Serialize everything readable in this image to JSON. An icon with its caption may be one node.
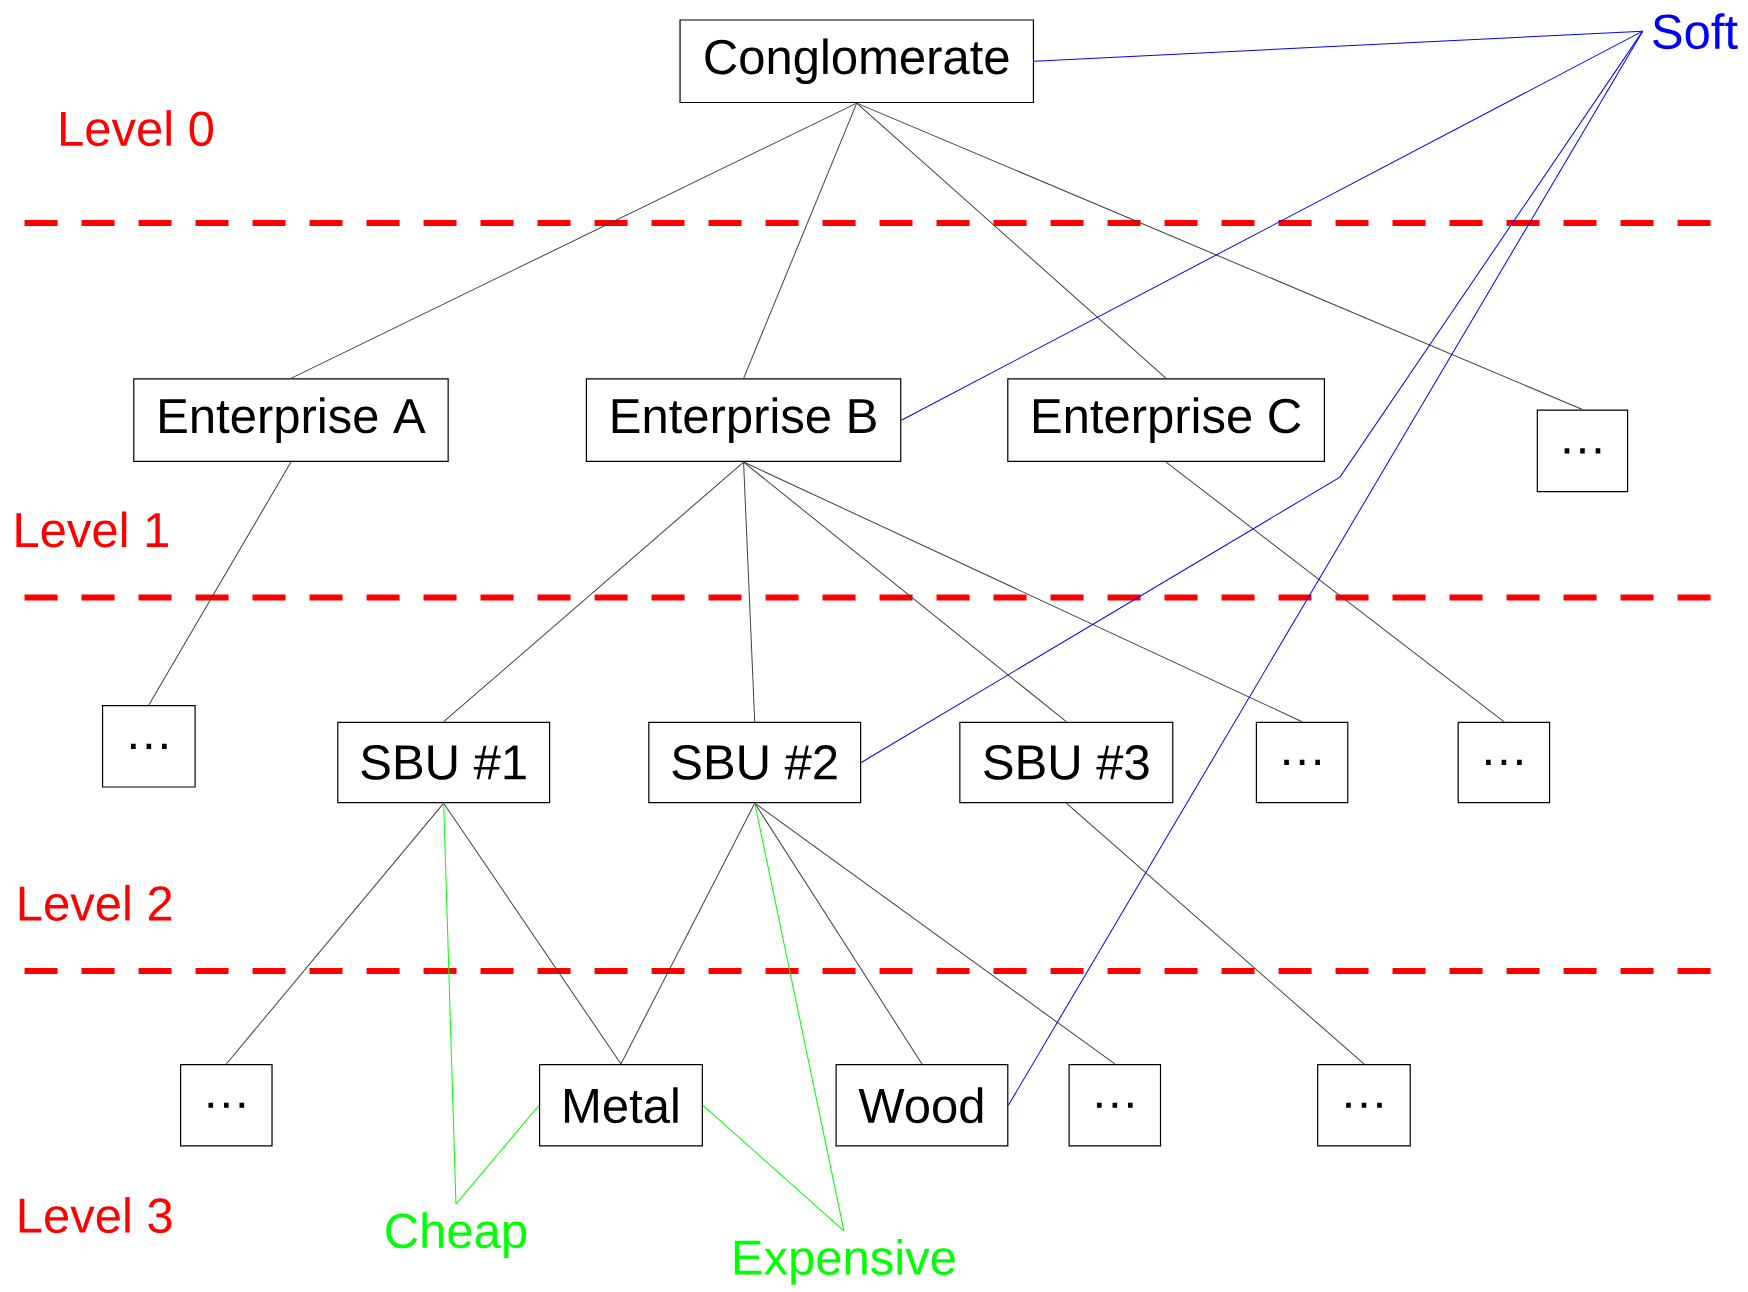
{
  "diagram": {
    "nodes": [
      {
        "text": [
          "Conglomerate"
        ]
      },
      {
        "text": [
          "Enterprise A"
        ]
      },
      {
        "text": [
          "Enterprise B"
        ]
      },
      {
        "text": [
          "Enterprise C"
        ]
      },
      {
        "text": [
          "…"
        ]
      },
      {
        "text": [
          "…"
        ]
      },
      {
        "text": [
          "SBU #1"
        ]
      },
      {
        "text": [
          "SBU #2"
        ]
      },
      {
        "text": [
          "SBU #3"
        ]
      },
      {
        "text": [
          "…"
        ]
      },
      {
        "text": [
          "…"
        ]
      },
      {
        "text": [
          "…"
        ]
      },
      {
        "text": [
          "Metal"
        ]
      },
      {
        "text": [
          "Wood"
        ]
      },
      {
        "text": [
          "…"
        ]
      },
      {
        "text": [
          "…"
        ]
      },
      {
        "text": [
          "Soft"
        ]
      },
      {
        "text": [
          "Cheap"
        ]
      },
      {
        "text": [
          "Expensive"
        ]
      }
    ],
    "edges": [
      {
        "from": 0,
        "to": 1,
        "arrow": "none"
      },
      {
        "from": 0,
        "to": 2,
        "arrow": "none"
      },
      {
        "from": 0,
        "to": 3,
        "arrow": "none"
      },
      {
        "from": 0,
        "to": 4,
        "arrow": "none"
      },
      {
        "from": 1,
        "to": 5,
        "arrow": "none"
      },
      {
        "from": 2,
        "to": 6,
        "arrow": "none"
      },
      {
        "from": 2,
        "to": 7,
        "arrow": "none"
      },
      {
        "from": 2,
        "to": 8,
        "arrow": "none"
      },
      {
        "from": 2,
        "to": 9,
        "arrow": "none"
      },
      {
        "from": 3,
        "to": 10,
        "arrow": "none"
      },
      {
        "from": 6,
        "to": 11,
        "arrow": "none"
      },
      {
        "from": 6,
        "to": 12,
        "arrow": "none"
      },
      {
        "from": 7,
        "to": 12,
        "arrow": "none"
      },
      {
        "from": 7,
        "to": 13,
        "arrow": "none"
      },
      {
        "from": 7,
        "to": 14,
        "arrow": "none"
      },
      {
        "from": 8,
        "to": 15,
        "arrow": "none"
      },
      {
        "from": 16,
        "to": 0,
        "arrow": "none",
        "color": "#0000ff"
      },
      {
        "from": 16,
        "to": 2,
        "arrow": "none",
        "color": "#0000ff"
      },
      {
        "from": 16,
        "to": 7,
        "arrow": "none",
        "color": "#0000ff"
      },
      {
        "from": 16,
        "to": 13,
        "arrow": "none",
        "color": "#0000ff"
      },
      {
        "from": 6,
        "to": 17,
        "arrow": "none",
        "color": "#00ff00"
      },
      {
        "from": 12,
        "to": 17,
        "arrow": "none",
        "color": "#00ff00"
      },
      {
        "from": 7,
        "to": 18,
        "arrow": "none",
        "color": "#00ff00"
      },
      {
        "from": 12,
        "to": 18,
        "arrow": "none",
        "color": "#00ff00"
      }
    ],
    "labels": [
      "Level 0",
      "Level 1",
      "Level 2",
      "Level 3"
    ]
  }
}
